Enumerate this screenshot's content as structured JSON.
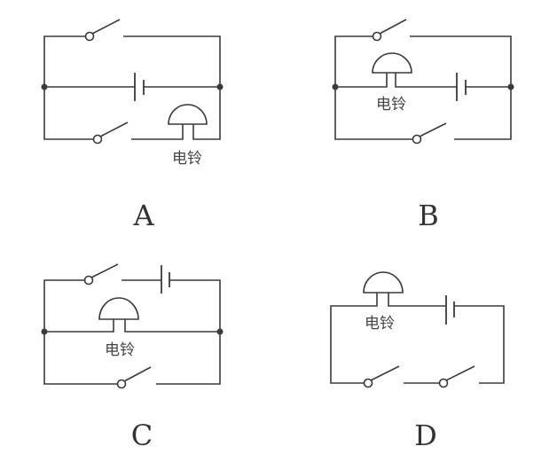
{
  "bell_label": "电铃",
  "options": [
    {
      "letter": "A"
    },
    {
      "letter": "B"
    },
    {
      "letter": "C"
    },
    {
      "letter": "D"
    }
  ]
}
